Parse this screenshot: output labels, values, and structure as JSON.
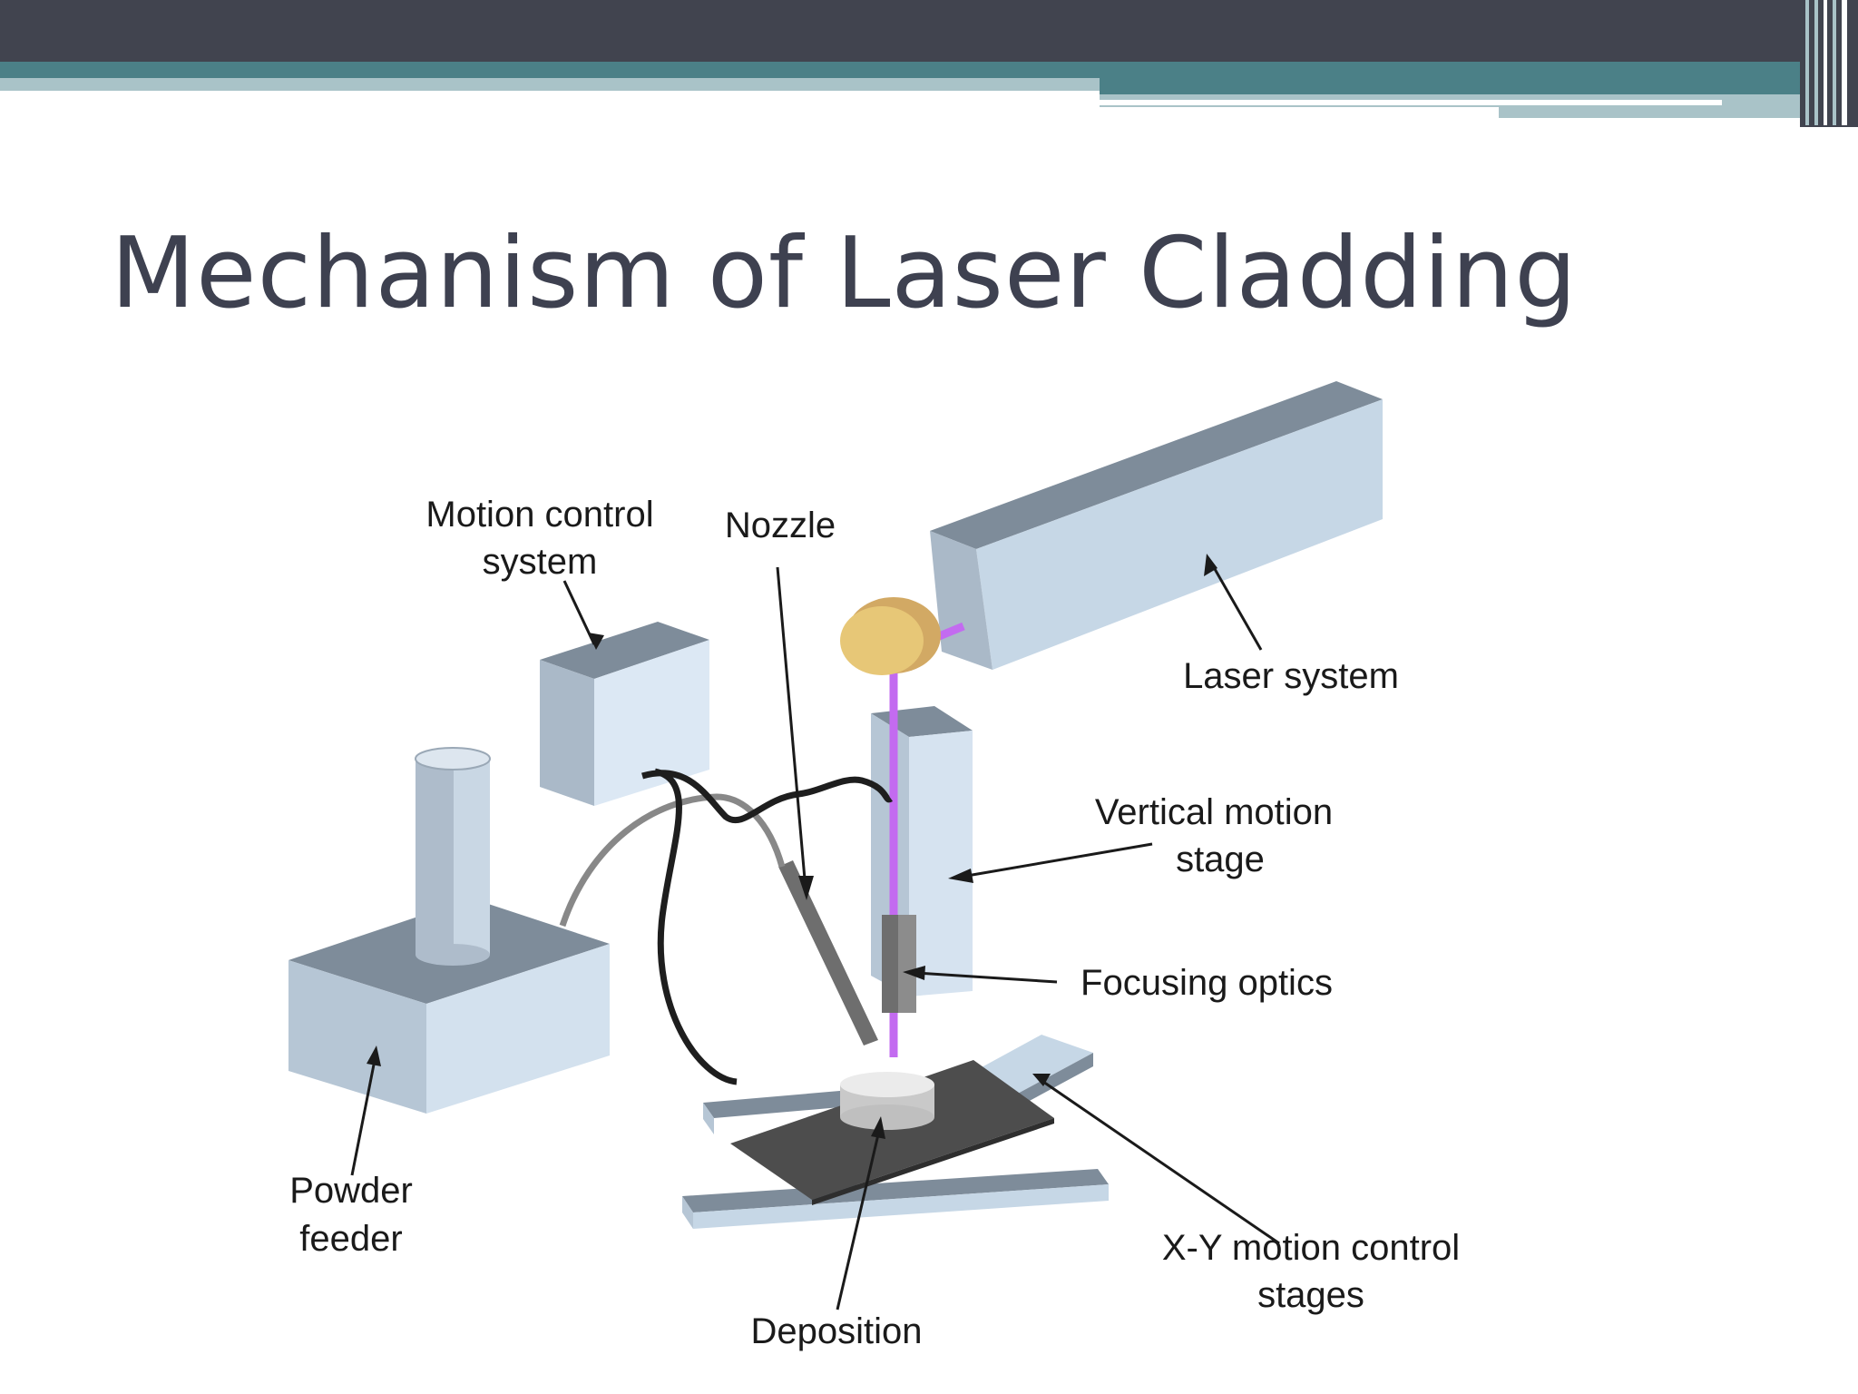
{
  "slide": {
    "title": "Mechanism of Laser Cladding"
  },
  "diagram": {
    "labels": {
      "motion_control_line1": "Motion control",
      "motion_control_line2": "system",
      "nozzle": "Nozzle",
      "laser_system": "Laser system",
      "vertical_motion_line1": "Vertical motion",
      "vertical_motion_line2": "stage",
      "focusing_optics": "Focusing optics",
      "powder_feeder_line1": "Powder",
      "powder_feeder_line2": "feeder",
      "xy_stages_line1": "X-Y motion control",
      "xy_stages_line2": "stages",
      "deposition": "Deposition"
    }
  },
  "colors": {
    "banner_dark": "#41444f",
    "banner_teal": "#4b8087",
    "banner_light": "#a9c3c8",
    "title_text": "#3e4150",
    "component_light": "#c6d7e6",
    "component_dark": "#7e8c9a",
    "laser_beam": "#c36bf0",
    "mirror": "#e7c777",
    "platform": "#4d4d4d"
  }
}
